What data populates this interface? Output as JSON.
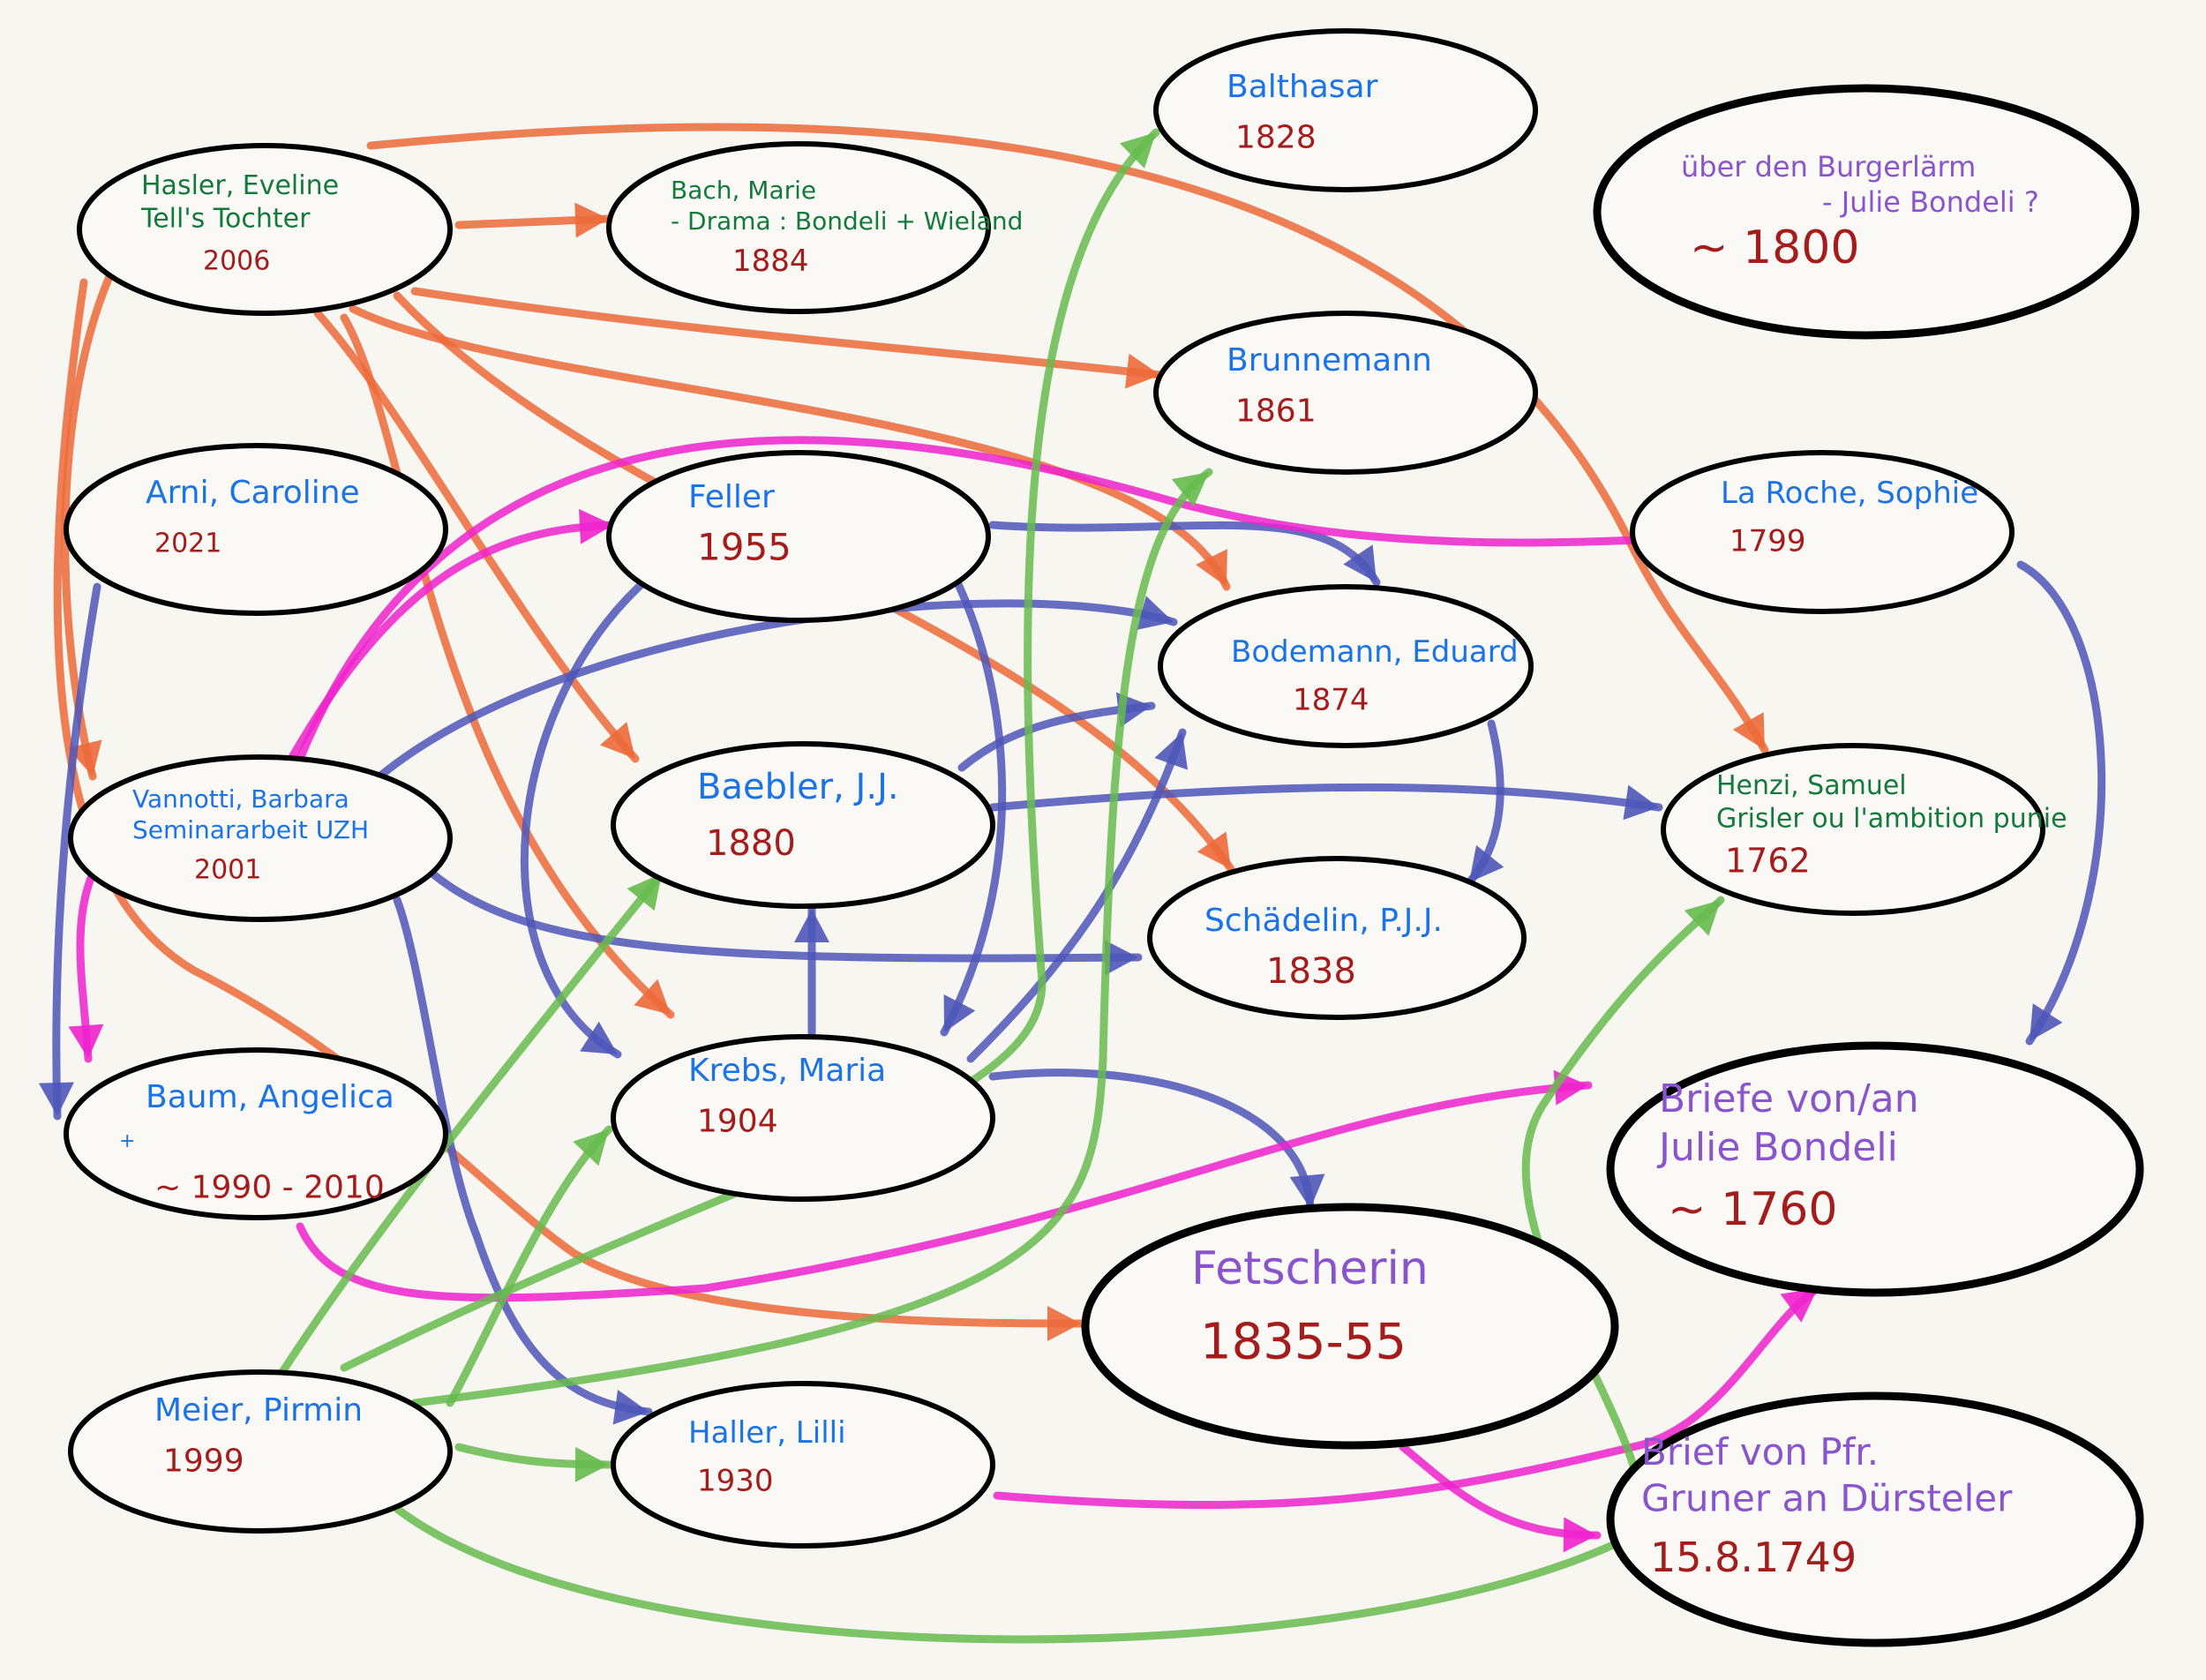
{
  "colors": {
    "background": "#f8f6f1",
    "outline": "#000000",
    "name_blue": "#1a73e8",
    "name_green": "#137a3c",
    "name_purple": "#8a55cc",
    "year_red": "#a51c1c",
    "edge_orange": "#ec6a3a",
    "edge_blue": "#4d56b8",
    "edge_magenta": "#ee22cc",
    "edge_green": "#66bb4e"
  },
  "nodes": [
    {
      "id": "hasler",
      "lines": [
        "Hasler, Eveline",
        "Tell's Tochter"
      ],
      "year": "2006",
      "text_color": "name_green",
      "emphasis": false
    },
    {
      "id": "bach",
      "lines": [
        "Bach, Marie",
        "- Drama : Bondeli + Wieland"
      ],
      "year": "1884",
      "text_color": "name_green",
      "emphasis": false
    },
    {
      "id": "balthasar",
      "lines": [
        "Balthasar"
      ],
      "year": "1828",
      "text_color": "name_blue",
      "emphasis": false
    },
    {
      "id": "burgerlaerm",
      "lines": [
        "über den Burgerlärm",
        "- Julie Bondeli ?"
      ],
      "year": "~ 1800",
      "text_color": "name_purple",
      "emphasis": true
    },
    {
      "id": "brunnemann",
      "lines": [
        "Brunnemann"
      ],
      "year": "1861",
      "text_color": "name_blue",
      "emphasis": false
    },
    {
      "id": "arni",
      "lines": [
        "Arni, Caroline"
      ],
      "year": "2021",
      "text_color": "name_blue",
      "emphasis": false
    },
    {
      "id": "feller",
      "lines": [
        "Feller"
      ],
      "year": "1955",
      "text_color": "name_blue",
      "emphasis": false
    },
    {
      "id": "laroche",
      "lines": [
        "La Roche, Sophie"
      ],
      "year": "1799",
      "text_color": "name_blue",
      "emphasis": false
    },
    {
      "id": "bodemann",
      "lines": [
        "Bodemann, Eduard"
      ],
      "year": "1874",
      "text_color": "name_blue",
      "emphasis": false
    },
    {
      "id": "vannotti",
      "lines": [
        "Vannotti, Barbara",
        "Seminararbeit UZH"
      ],
      "year": "2001",
      "text_color": "name_blue",
      "emphasis": false
    },
    {
      "id": "baebler",
      "lines": [
        "Baebler, J.J."
      ],
      "year": "1880",
      "text_color": "name_blue",
      "emphasis": false
    },
    {
      "id": "henzi",
      "lines": [
        "Henzi, Samuel",
        "Grisler ou l'ambition punie"
      ],
      "year": "1762",
      "text_color": "name_green",
      "emphasis": false
    },
    {
      "id": "schaedelin",
      "lines": [
        "Schädelin, P.J.J."
      ],
      "year": "1838",
      "text_color": "name_blue",
      "emphasis": false
    },
    {
      "id": "baum",
      "lines": [
        "Baum, Angelica",
        "+"
      ],
      "year": "~ 1990 - 2010",
      "text_color": "name_blue",
      "emphasis": false
    },
    {
      "id": "krebs",
      "lines": [
        "Krebs, Maria"
      ],
      "year": "1904",
      "text_color": "name_blue",
      "emphasis": false
    },
    {
      "id": "briefe",
      "lines": [
        "Briefe von/an",
        "Julie Bondeli"
      ],
      "year": "~ 1760",
      "text_color": "name_purple",
      "emphasis": true
    },
    {
      "id": "fetscherin",
      "lines": [
        "Fetscherin"
      ],
      "year": "1835-55",
      "text_color": "name_purple",
      "emphasis": true
    },
    {
      "id": "meier",
      "lines": [
        "Meier, Pirmin"
      ],
      "year": "1999",
      "text_color": "name_blue",
      "emphasis": false
    },
    {
      "id": "haller",
      "lines": [
        "Haller, Lilli"
      ],
      "year": "1930",
      "text_color": "name_blue",
      "emphasis": false
    },
    {
      "id": "gruner",
      "lines": [
        "Brief von Pfr.",
        "Gruner an Dürsteler"
      ],
      "year": "15.8.1749",
      "text_color": "name_purple",
      "emphasis": true
    }
  ],
  "edges": [
    {
      "from": "hasler",
      "to": "bach",
      "color": "edge_orange"
    },
    {
      "from": "hasler",
      "to": "brunnemann",
      "color": "edge_orange"
    },
    {
      "from": "hasler",
      "to": "bodemann",
      "color": "edge_orange"
    },
    {
      "from": "hasler",
      "to": "baebler",
      "color": "edge_orange"
    },
    {
      "from": "hasler",
      "to": "schaedelin",
      "color": "edge_orange"
    },
    {
      "from": "hasler",
      "to": "krebs",
      "color": "edge_orange"
    },
    {
      "from": "hasler",
      "to": "vannotti",
      "color": "edge_orange"
    },
    {
      "from": "hasler",
      "to": "henzi",
      "color": "edge_orange"
    },
    {
      "from": "hasler",
      "to": "fetscherin",
      "color": "edge_orange"
    },
    {
      "from": "arni",
      "to": "baum",
      "color": "edge_blue"
    },
    {
      "from": "feller",
      "to": "bodemann",
      "color": "edge_blue"
    },
    {
      "from": "feller",
      "to": "krebs",
      "color": "edge_blue"
    },
    {
      "from": "feller",
      "to": "haller",
      "color": "edge_blue"
    },
    {
      "from": "vannotti",
      "to": "bodemann",
      "color": "edge_blue"
    },
    {
      "from": "vannotti",
      "to": "schaedelin",
      "color": "edge_blue"
    },
    {
      "from": "vannotti",
      "to": "haller",
      "color": "edge_blue"
    },
    {
      "from": "vannotti",
      "to": "feller",
      "color": "edge_magenta"
    },
    {
      "from": "vannotti",
      "to": "laroche",
      "color": "edge_magenta"
    },
    {
      "from": "vannotti",
      "to": "baum",
      "color": "edge_magenta"
    },
    {
      "from": "baebler",
      "to": "bodemann",
      "color": "edge_blue"
    },
    {
      "from": "baebler",
      "to": "henzi",
      "color": "edge_blue"
    },
    {
      "from": "krebs",
      "to": "baebler",
      "color": "edge_blue"
    },
    {
      "from": "krebs",
      "to": "bodemann",
      "color": "edge_blue"
    },
    {
      "from": "krebs",
      "to": "fetscherin",
      "color": "edge_blue"
    },
    {
      "from": "bodemann",
      "to": "schaedelin",
      "color": "edge_blue"
    },
    {
      "from": "laroche",
      "to": "briefe",
      "color": "edge_blue"
    },
    {
      "from": "baum",
      "to": "briefe",
      "color": "edge_magenta"
    },
    {
      "from": "haller",
      "to": "briefe",
      "color": "edge_magenta"
    },
    {
      "from": "fetscherin",
      "to": "gruner",
      "color": "edge_magenta"
    },
    {
      "from": "meier",
      "to": "haller",
      "color": "edge_green"
    },
    {
      "from": "meier",
      "to": "baebler",
      "color": "edge_green"
    },
    {
      "from": "meier",
      "to": "krebs",
      "color": "edge_green"
    },
    {
      "from": "meier",
      "to": "balthasar",
      "color": "edge_green"
    },
    {
      "from": "meier",
      "to": "brunnemann",
      "color": "edge_green"
    },
    {
      "from": "meier",
      "to": "henzi",
      "color": "edge_green"
    },
    {
      "from": "fetscherin",
      "to": "gruner",
      "color": "edge_green"
    }
  ]
}
